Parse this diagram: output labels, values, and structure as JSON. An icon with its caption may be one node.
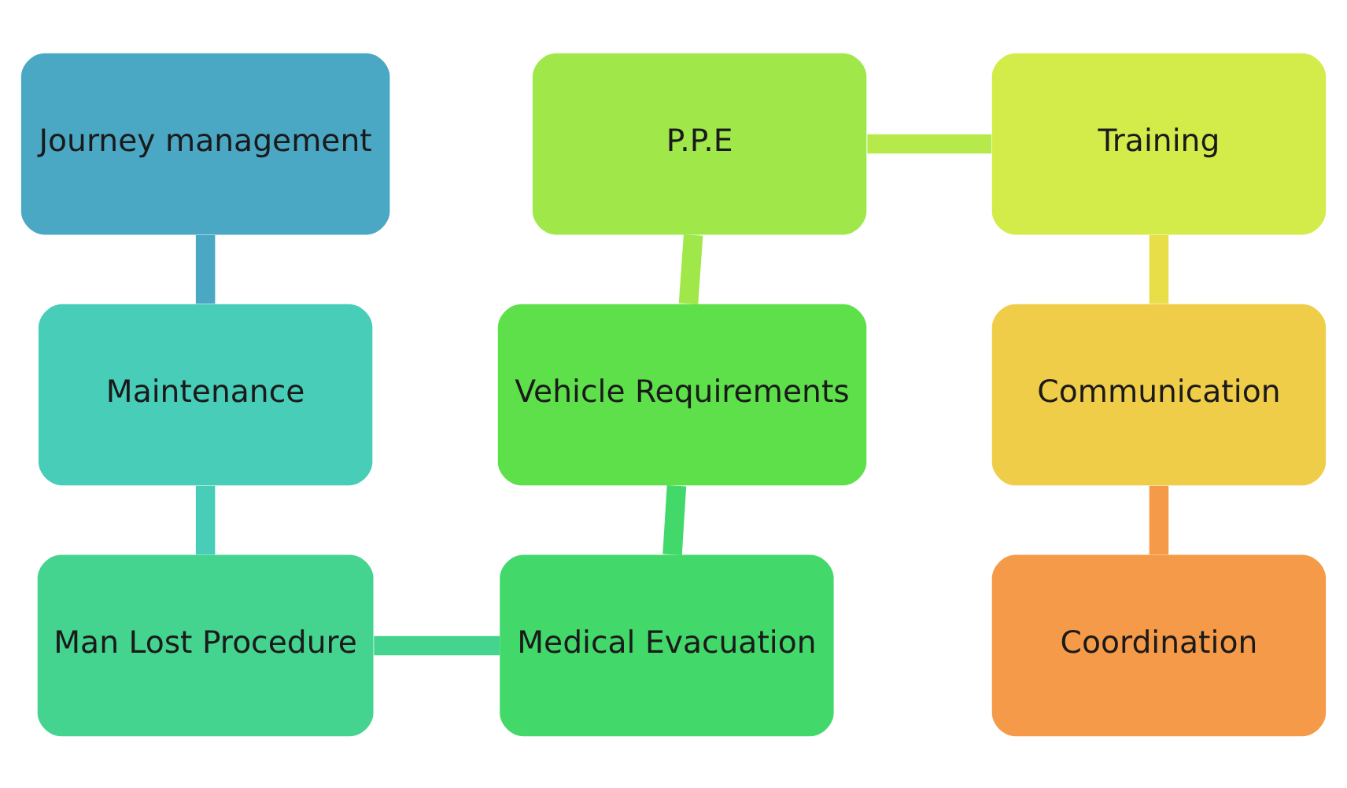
{
  "diagram": {
    "nodes": [
      {
        "text": [
          "Journey management"
        ]
      },
      {
        "text": [
          "Maintenance"
        ]
      },
      {
        "text": [
          "Man Lost Procedure"
        ]
      },
      {
        "text": [
          "Medical Evacuation"
        ]
      },
      {
        "text": [
          "Vehicle Requirements"
        ]
      },
      {
        "text": [
          "P.P.E"
        ]
      },
      {
        "text": [
          "Training"
        ]
      },
      {
        "text": [
          "Communication"
        ]
      },
      {
        "text": [
          "Coordination"
        ]
      }
    ],
    "edges": [
      {
        "from": 0,
        "to": 1,
        "arrow": "none",
        "color": "#4aa8c4"
      },
      {
        "from": 1,
        "to": 2,
        "arrow": "none",
        "color": "#48cdb9"
      },
      {
        "from": 2,
        "to": 3,
        "arrow": "none",
        "color": "#45d48f"
      },
      {
        "from": 3,
        "to": 4,
        "arrow": "none",
        "color": "#43d86a"
      },
      {
        "from": 4,
        "to": 5,
        "arrow": "none",
        "color": "#a0e84a"
      },
      {
        "from": 5,
        "to": 6,
        "arrow": "none",
        "color": "#b6ea4a"
      },
      {
        "from": 6,
        "to": 7,
        "arrow": "none",
        "color": "#e8de48"
      },
      {
        "from": 7,
        "to": 8,
        "arrow": "none",
        "color": "#f59a48"
      }
    ]
  }
}
